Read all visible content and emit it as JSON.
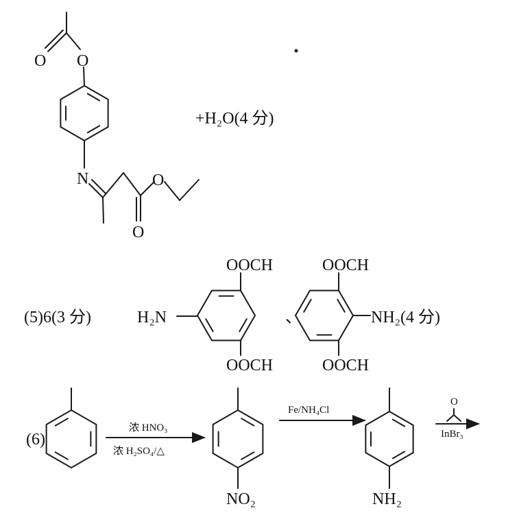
{
  "top_molecule": {
    "carbonyl_o": "O",
    "ester_o": "O",
    "imine_n": "N",
    "ester2_o": "O",
    "carbonyl2_o": "O",
    "product_suffix": "+H₂O(4 分)"
  },
  "part5": {
    "label": "(5)6(3 分)",
    "mol1_top": "OOCH",
    "mol1_bottom": "OOCH",
    "mol1_amine": "H₂N",
    "separator": "、",
    "mol2_top": "OOCH",
    "mol2_bottom": "OOCH",
    "mol2_amine": "NH₂(4 分)"
  },
  "part6": {
    "label": "(6)",
    "step1_reagent_top": "浓 HNO₃",
    "step1_reagent_bottom": "浓 H₂SO₄/△",
    "intermediate1_group": "NO₂",
    "step2_reagent": "Fe/NH₄Cl",
    "intermediate2_group": "NH₂",
    "step3_reagent_top": "O",
    "step3_reagent_bottom": "InBr₃"
  }
}
